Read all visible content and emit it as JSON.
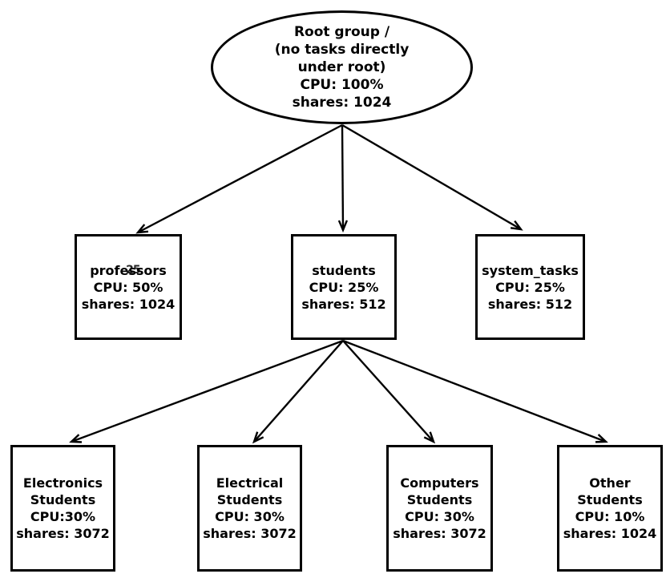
{
  "nodes": {
    "root": {
      "lines": [
        "Root group /",
        "(no tasks directly",
        "under root)",
        "CPU: 100%",
        "shares: 1024"
      ]
    },
    "professors": {
      "lines": [
        "professors",
        "CPU: 50%",
        "shares: 1024"
      ],
      "artifact_overlay": "25"
    },
    "students": {
      "lines": [
        "students",
        "CPU: 25%",
        "shares: 512"
      ]
    },
    "system_tasks": {
      "lines": [
        "system_tasks",
        "CPU: 25%",
        "shares: 512"
      ]
    },
    "electronics_students": {
      "lines": [
        "Electronics",
        "Students",
        "CPU:30%",
        "shares: 3072"
      ]
    },
    "electrical_students": {
      "lines": [
        "Electrical",
        "Students",
        "CPU: 30%",
        "shares: 3072"
      ]
    },
    "computers_students": {
      "lines": [
        "Computers",
        "Students",
        "CPU: 30%",
        "shares: 3072"
      ]
    },
    "other_students": {
      "lines": [
        "Other",
        "Students",
        "CPU: 10%",
        "shares: 1024"
      ]
    }
  },
  "colors": {
    "stroke": "#000000",
    "text": "#000000",
    "background": "#ffffff"
  }
}
